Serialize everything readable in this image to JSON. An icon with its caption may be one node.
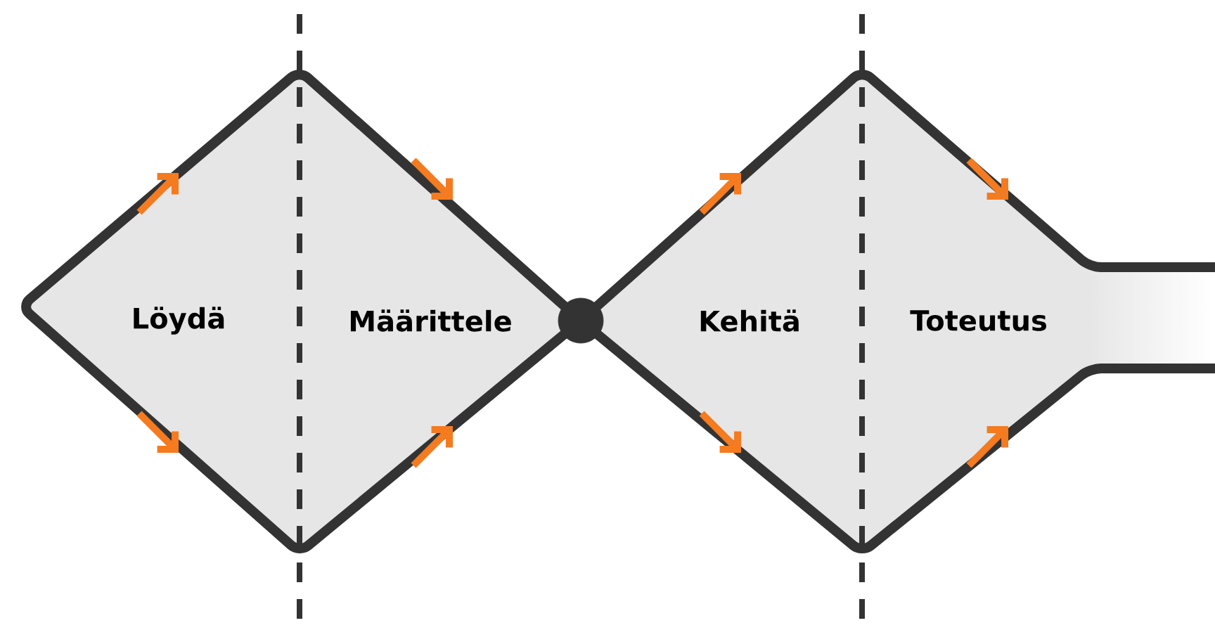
{
  "diagram": {
    "nodes": [
      {
        "text": [
          "Löydä",
          "Määrittele"
        ]
      },
      {
        "text": [],
        "shape": "circle"
      },
      {
        "text": [
          "Kehitä",
          "Toteutus"
        ]
      }
    ]
  }
}
